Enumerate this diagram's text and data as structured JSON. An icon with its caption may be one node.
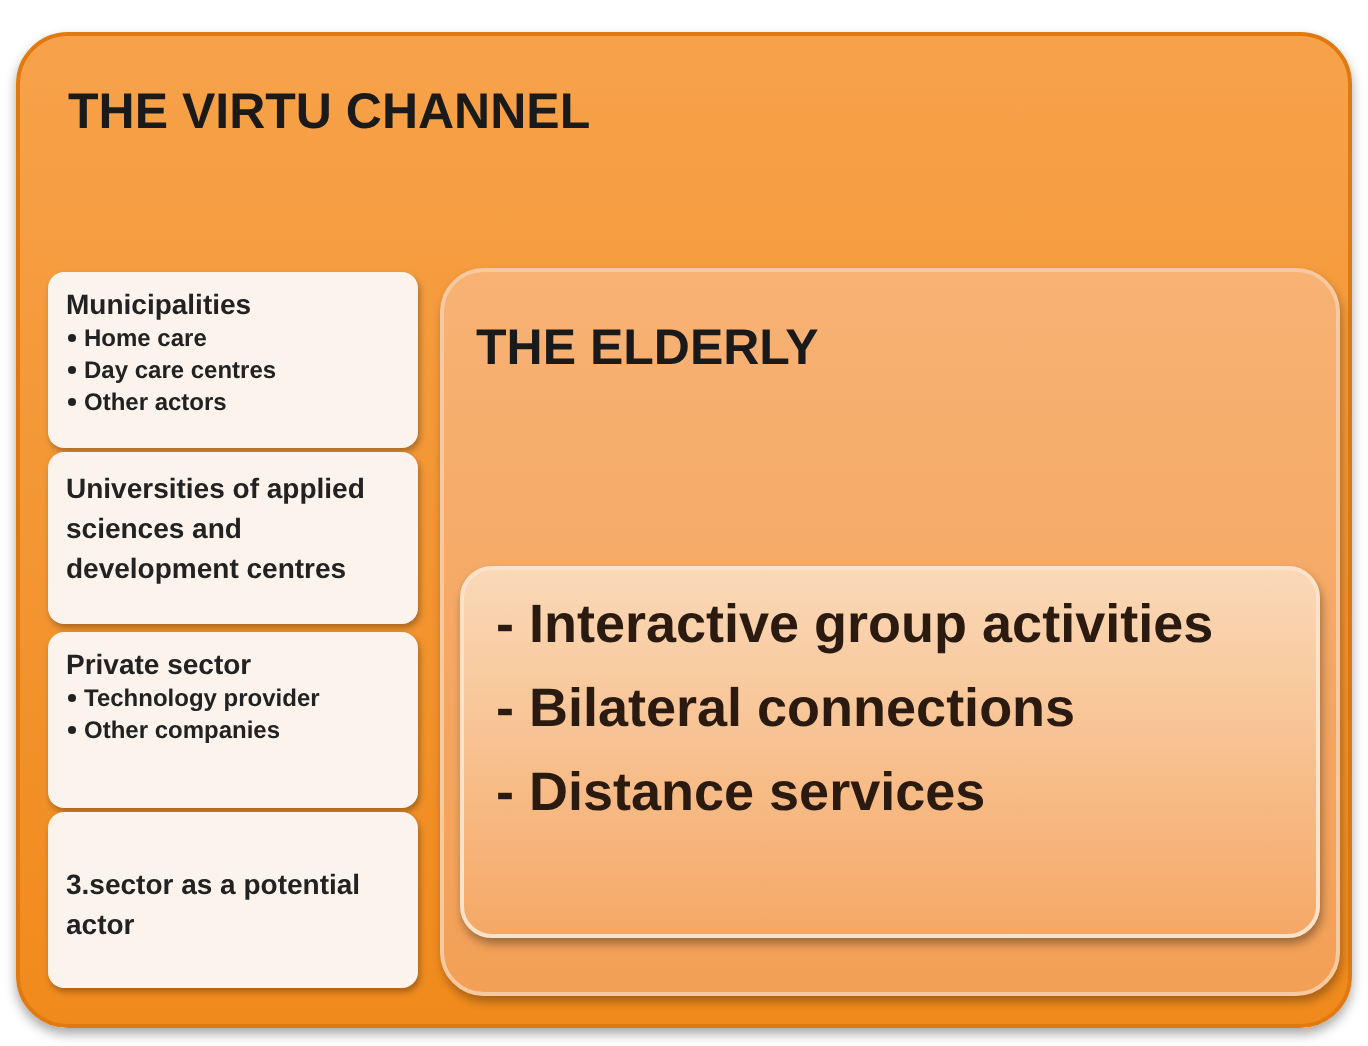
{
  "diagram": {
    "nodes": [
      {
        "text": [
          "THE VIRTU CHANNEL"
        ]
      },
      {
        "text": [
          "Municipalities",
          "Home care",
          "Day care centres",
          "Other actors"
        ],
        "in": 0
      },
      {
        "text": [
          "Universities of applied sciences and development centres"
        ],
        "in": 0
      },
      {
        "text": [
          "Private sector",
          "Technology provider",
          "Other companies"
        ],
        "in": 0
      },
      {
        "text": [
          "3.sector as a potential actor"
        ],
        "in": 0
      },
      {
        "text": [
          "THE ELDERLY"
        ],
        "in": 0
      },
      {
        "text": [
          "- Interactive group activities",
          "- Bilateral connections",
          "- Distance services"
        ],
        "in": 5
      }
    ]
  }
}
